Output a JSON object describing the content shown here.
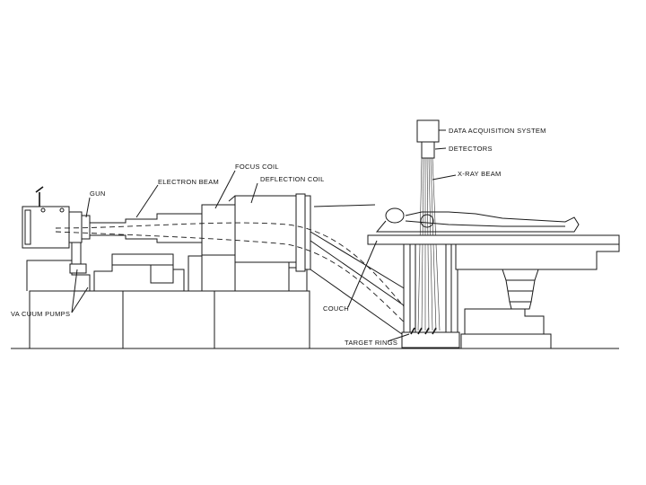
{
  "labels": {
    "data_acquisition": "DATA ACQUISITION SYSTEM",
    "detectors": "DETECTORS",
    "xray_beam": "X-RAY BEAM",
    "focus_coil": "FOCUS COIL",
    "deflection_coil": "DEFLECTION COIL",
    "electron_beam": "ELECTRON BEAM",
    "gun": "GUN",
    "vacuum_pumps": "VA CUUM PUMPS",
    "couch": "COUCH",
    "target_rings": "TARGET RINGS"
  }
}
